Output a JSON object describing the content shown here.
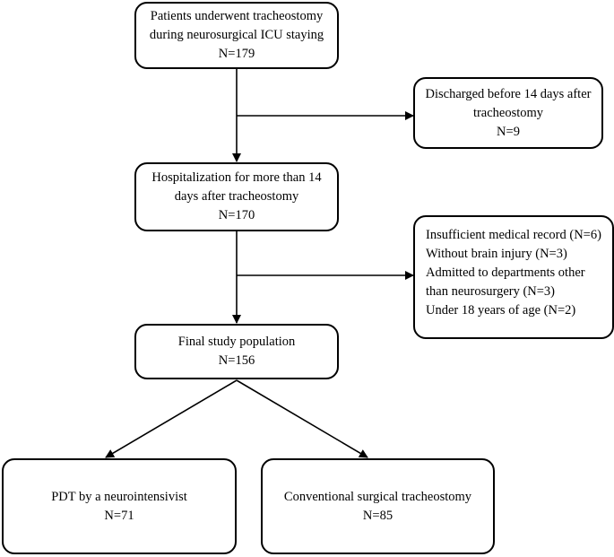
{
  "boxes": {
    "start": {
      "lines": [
        "Patients underwent tracheostomy",
        "during neurosurgical ICU staying"
      ],
      "n": "N=179"
    },
    "excluded_discharged": {
      "lines": [
        "Discharged before 14 days after",
        "tracheostomy"
      ],
      "n": "N=9"
    },
    "hospitalized": {
      "lines": [
        "Hospitalization for more than 14",
        "days after tracheostomy"
      ],
      "n": "N=170"
    },
    "excluded_other": {
      "lines": [
        "Insufficient medical record (N=6)",
        "Without brain injury (N=3)",
        "Admitted to departments other",
        "than neurosurgery (N=3)",
        "Under 18 years of age (N=2)"
      ]
    },
    "final": {
      "lines": [
        "Final study population"
      ],
      "n": "N=156"
    },
    "pdt": {
      "lines": [
        "PDT by a neurointensivist"
      ],
      "n": "N=71"
    },
    "surgical": {
      "lines": [
        "Conventional surgical tracheostomy"
      ],
      "n": "N=85"
    }
  }
}
